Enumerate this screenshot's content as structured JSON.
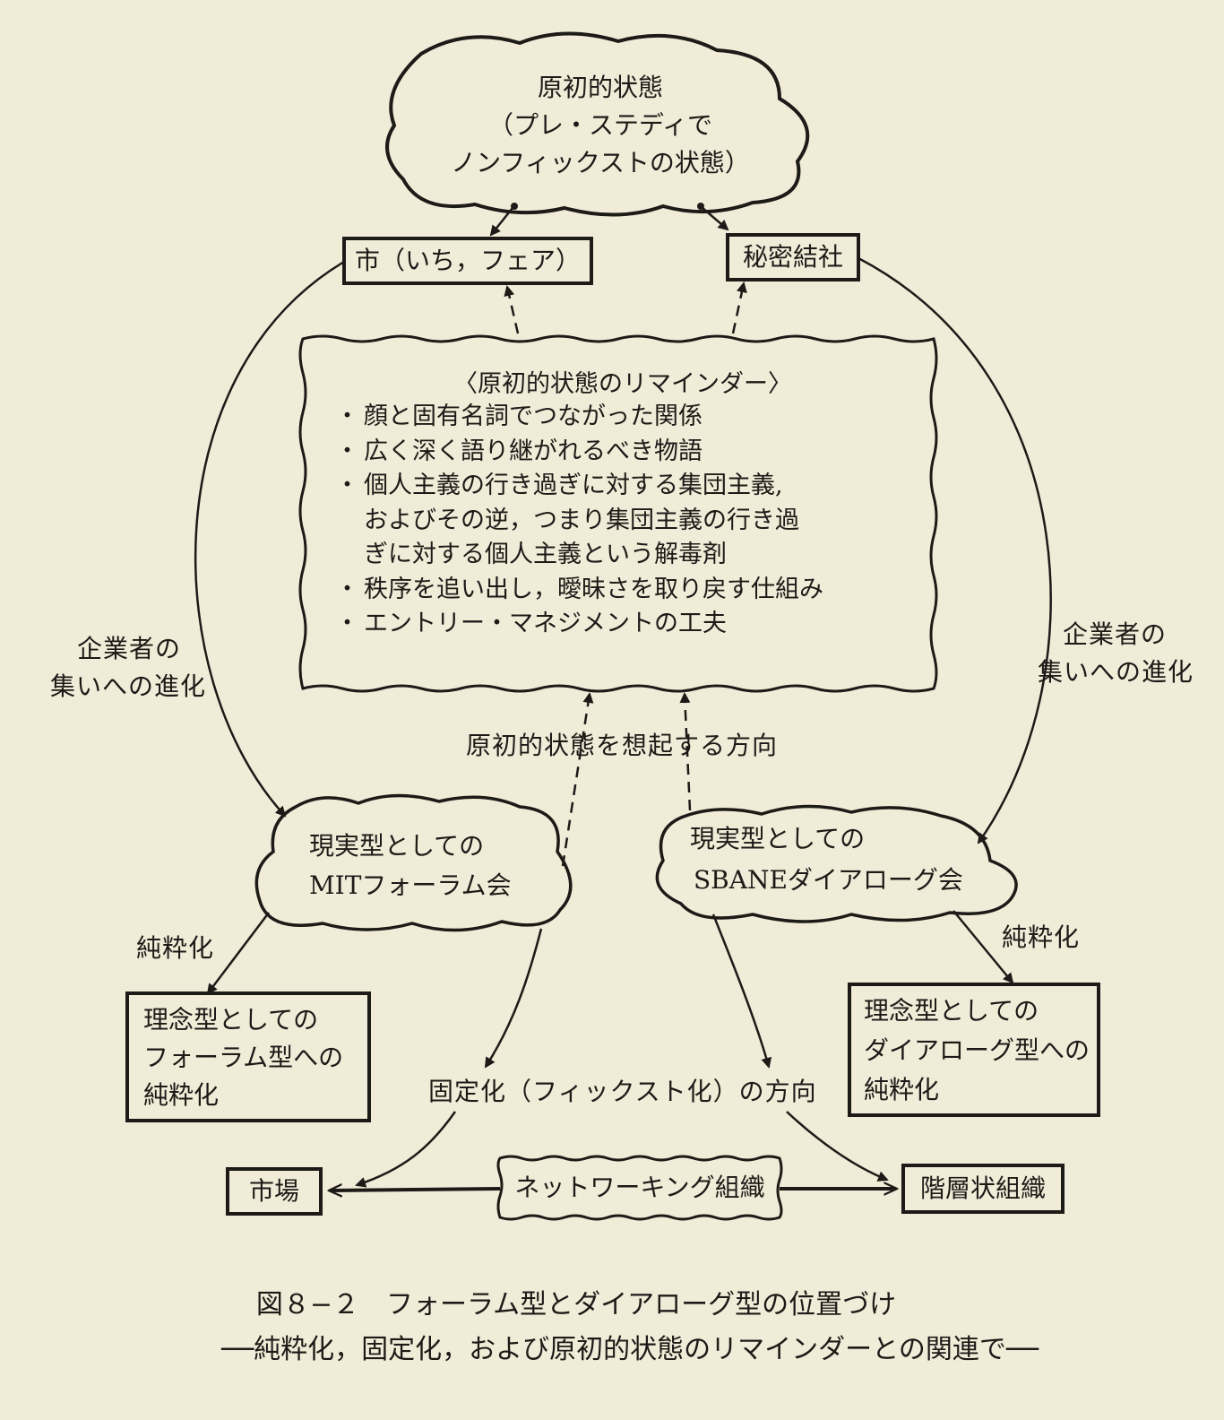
{
  "top_cloud": {
    "title": "原初的状態",
    "line2": "（プレ・ステディで",
    "line3": "ノンフィックストの状態）"
  },
  "nodes": {
    "market_fair": "市（いち，フェア）",
    "secret_society": "秘密結社",
    "mit_forum": {
      "line1": "現実型としての",
      "line2": "MITフォーラム会"
    },
    "sbane_dialogue": {
      "line1": "現実型としての",
      "line2": "SBANEダイアローグ会"
    },
    "ideal_forum": {
      "line1": "理念型としての",
      "line2": "フォーラム型への",
      "line3": "純粋化"
    },
    "ideal_dialogue": {
      "line1": "理念型としての",
      "line2": "ダイアローグ型への",
      "line3": "純粋化"
    },
    "market": "市場",
    "networking": "ネットワーキング組織",
    "hierarchy": "階層状組織"
  },
  "reminder": {
    "title": "〈原初的状態のリマインダー〉",
    "items": [
      "顔と固有名詞でつながった関係",
      "広く深く語り継がれるべき物語",
      "個人主義の行き過ぎに対する集団主義,",
      "秩序を追い出し，曖昧さを取り戻す仕組み",
      "エントリー・マネジメントの工夫"
    ],
    "item3_cont1": "およびその逆，つまり集団主義の行き過",
    "item3_cont2": "ぎに対する個人主義という解毒剤"
  },
  "labels": {
    "evolution_left": {
      "line1": "企業者の",
      "line2": "集いへの進化"
    },
    "evolution_right": {
      "line1": "企業者の",
      "line2": "集いへの進化"
    },
    "recall_direction": "原初的状態を想起する方向",
    "purify_left": "純粋化",
    "purify_right": "純粋化",
    "fix_direction": "固定化（フィックスト化）の方向"
  },
  "caption": {
    "title": "図８−２　フォーラム型とダイアローグ型の位置づけ",
    "subtitle": "──純粋化，固定化，および原初的状態のリマインダーとの関連で──"
  },
  "colors": {
    "background": "#f1ecd8",
    "ink": "#1d1a17"
  }
}
